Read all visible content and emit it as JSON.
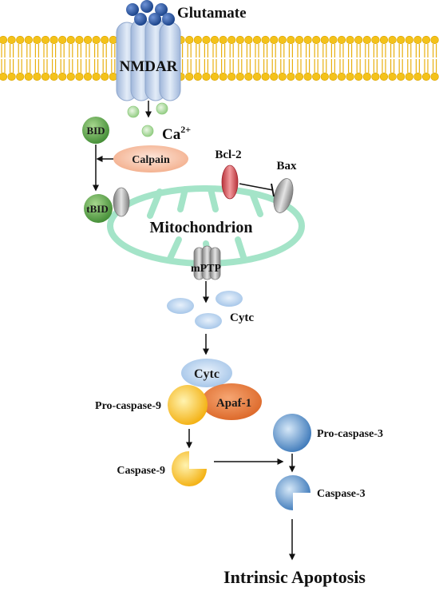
{
  "labels": {
    "glutamate": "Glutamate",
    "nmdar": "NMDAR",
    "ca": "Ca",
    "ca_sup": "2+",
    "bid": "BID",
    "calpain": "Calpain",
    "tbid": "tBID",
    "bcl2": "Bcl-2",
    "bax": "Bax",
    "mitochondrion": "Mitochondrion",
    "mptp": "mPTP",
    "cytc": "Cytc",
    "cytc_complex": "Cytc",
    "apaf1": "Apaf-1",
    "procaspase9": "Pro-caspase-9",
    "caspase9": "Caspase-9",
    "procaspase3": "Pro-caspase-3",
    "caspase3": "Caspase-3",
    "apoptosis": "Intrinsic Apoptosis"
  },
  "colors": {
    "membrane_head": "#f4c21a",
    "membrane_tail": "#e8b010",
    "glutamate": "#1f4e9c",
    "nmdar": "#b9cdea",
    "calcium": "#a9d89a",
    "bid": "#4e9a3f",
    "calpain": "#f6b79a",
    "bcl2": "#d8474e",
    "bax": "#a7a7a7",
    "mitochondrion": "#9fe3c6",
    "cytc": "#a9c8ea",
    "caspase9": "#f7b600",
    "apaf1": "#ea7a3a",
    "caspase3": "#3f82c4"
  },
  "icons": [
    "glutamate-molecule",
    "nmdar-channel",
    "calcium-ion",
    "mitochondrion",
    "mptp-pore"
  ]
}
